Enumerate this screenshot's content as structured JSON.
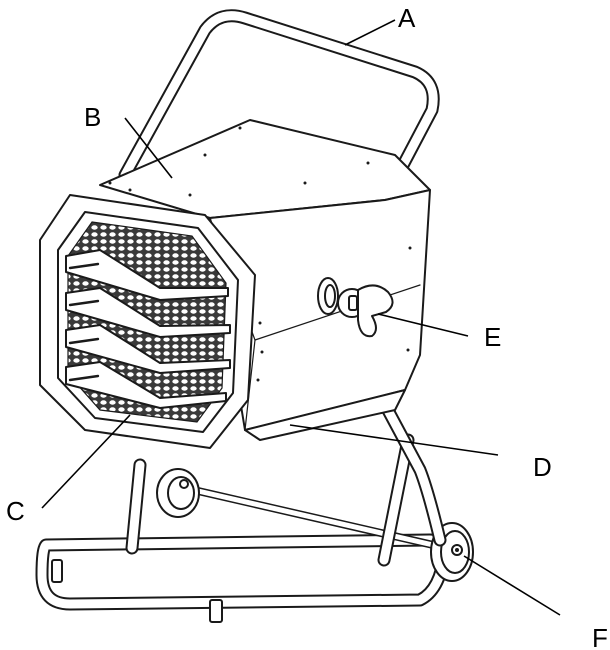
{
  "callouts": [
    {
      "id": "A",
      "text": "A"
    },
    {
      "id": "B",
      "text": "B"
    },
    {
      "id": "C",
      "text": "C"
    },
    {
      "id": "D",
      "text": "D"
    },
    {
      "id": "E",
      "text": "E"
    },
    {
      "id": "F",
      "text": "F"
    }
  ]
}
